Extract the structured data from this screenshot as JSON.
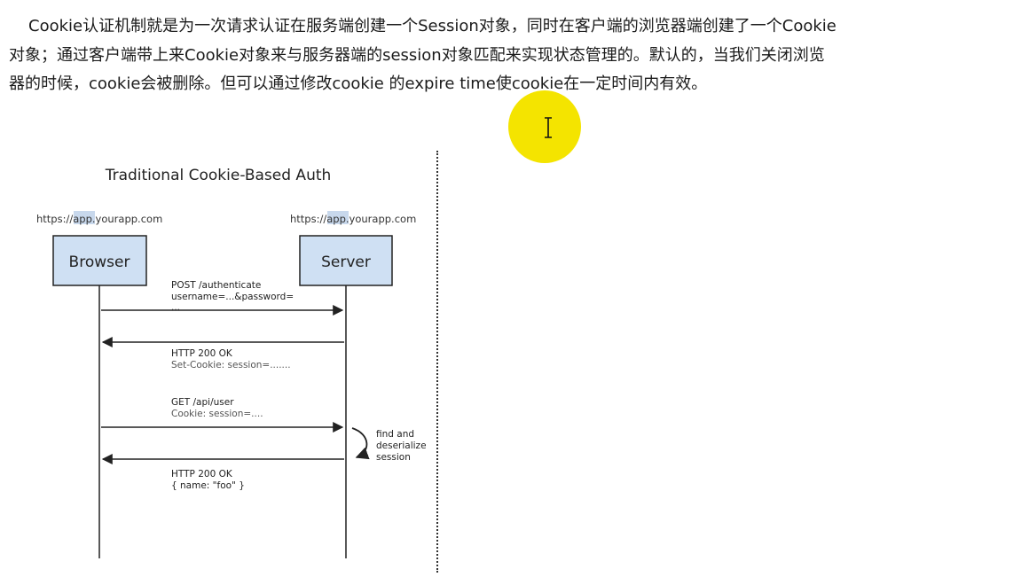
{
  "article": {
    "paragraph_lines": [
      "Cookie认证机制就是为一次请求认证在服务端创建一个Session对象，同时在客户端的浏览器端创建了一个Cookie",
      "对象；通过客户端带上来Cookie对象来与服务器端的session对象匹配来实现状态管理的。默认的，当我们关闭浏览",
      "器的时候，cookie会被删除。但可以通过修改cookie 的expire time使cookie在一定时间内有效。"
    ]
  },
  "diagram": {
    "title": "Traditional Cookie-Based Auth",
    "browser": {
      "url_prefix": "https://",
      "url_highlight": "app",
      "url_suffix": ".yourapp.com",
      "label": "Browser"
    },
    "server": {
      "url_prefix": "https://",
      "url_highlight": "app",
      "url_suffix": ".yourapp.com",
      "label": "Server"
    },
    "messages": [
      {
        "line1": "POST /authenticate",
        "line2": "username=...&password=",
        "line3": "..."
      },
      {
        "line1": "HTTP 200 OK",
        "line2": "Set-Cookie: session=......."
      },
      {
        "line1": "GET /api/user",
        "line2": "Cookie: session=...."
      },
      {
        "line1": "HTTP 200 OK",
        "line2": "{  name: \"foo\" }"
      }
    ],
    "server_note": [
      "find and",
      "deserialize",
      "session"
    ],
    "colors": {
      "box_fill": "#cfe0f3",
      "box_stroke": "#222222",
      "url_highlight": "#c8d8ec",
      "line": "#222222"
    }
  },
  "overlay": {
    "cursor_highlight_color": "#f4e400",
    "cursor_icon": "text-ibeam-cursor-icon"
  }
}
